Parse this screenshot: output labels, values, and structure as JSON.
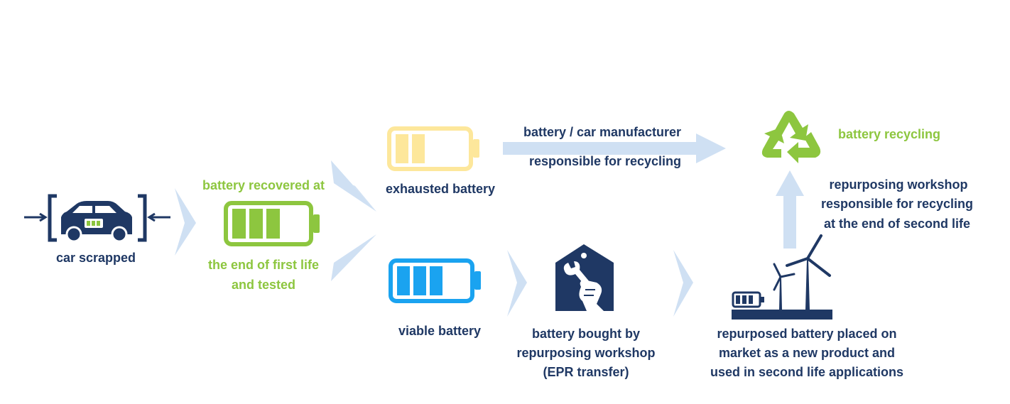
{
  "colors": {
    "navy": "#1f3864",
    "green": "#8dc63f",
    "yellow": "#fde79b",
    "blue": "#1aa3f0",
    "arrow": "#cfe0f3"
  },
  "labels": {
    "car_scrapped": "car scrapped",
    "recovered_line1": "battery recovered at",
    "recovered_line2": "the end of first life",
    "recovered_line3": "and tested",
    "exhausted_battery": "exhausted battery",
    "manufacturer_line1": "battery / car manufacturer",
    "manufacturer_line2": "responsible for recycling",
    "battery_recycling": "battery recycling",
    "workshop_line1": "repurposing workshop",
    "workshop_line2": "responsible for recycling",
    "workshop_line3": "at the end of second life",
    "viable_battery": "viable battery",
    "bought_line1": "battery bought by",
    "bought_line2": "repurposing workshop",
    "bought_line3": "(EPR transfer)",
    "placed_line1": "repurposed battery placed on",
    "placed_line2": "market as a new product and",
    "placed_line3": "used in second life applications"
  },
  "icons": {
    "car": "car-icon",
    "green_battery": "battery-full-icon",
    "yellow_battery": "battery-low-icon",
    "blue_battery": "battery-charged-icon",
    "recycle": "recycle-icon",
    "workshop": "wrench-hand-tag-icon",
    "wind": "wind-turbine-battery-icon"
  }
}
